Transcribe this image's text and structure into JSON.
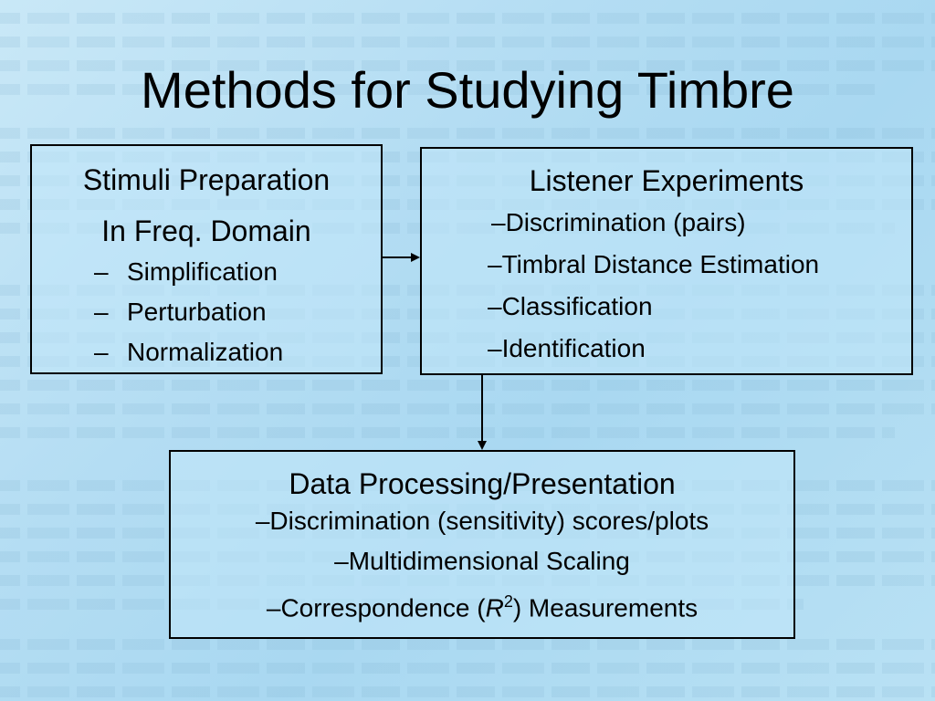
{
  "title": "Methods for Studying Timbre",
  "dash": "–",
  "stimuli_box": {
    "heading_line1": "Stimuli Preparation",
    "heading_line2": "In Freq. Domain",
    "items": [
      "Simplification",
      "Perturbation",
      "Normalization"
    ]
  },
  "listener_box": {
    "heading": "Listener Experiments",
    "items": [
      "Discrimination (pairs)",
      "Timbral Distance Estimation",
      "Classification",
      "Identification"
    ]
  },
  "data_box": {
    "heading": "Data Processing/Presentation",
    "items": [
      "Discrimination (sensitivity) scores/plots",
      "Multidimensional Scaling"
    ],
    "correspondence": {
      "before": "Correspondence (",
      "var": "R",
      "sup": "2",
      "after": ") Measurements"
    }
  },
  "colors": {
    "background": "#b4ddf3",
    "border": "#000000"
  }
}
